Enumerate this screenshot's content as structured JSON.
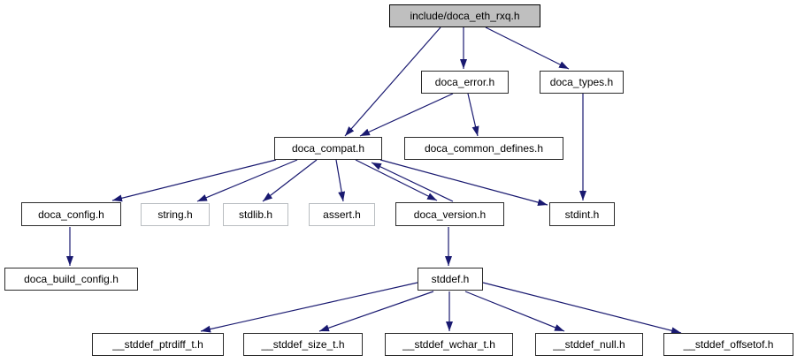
{
  "diagram": {
    "kind": "include-dependency-graph",
    "edge_color": "#191970",
    "current_node_fill": "#bfbfbf",
    "nodes": [
      {
        "id": "doca_eth_rxq",
        "label": "include/doca_eth_rxq.h",
        "kind": "current"
      },
      {
        "id": "doca_error",
        "label": "doca_error.h",
        "kind": "internal"
      },
      {
        "id": "doca_types",
        "label": "doca_types.h",
        "kind": "internal"
      },
      {
        "id": "doca_compat",
        "label": "doca_compat.h",
        "kind": "internal"
      },
      {
        "id": "doca_common_defines",
        "label": "doca_common_defines.h",
        "kind": "internal"
      },
      {
        "id": "doca_config",
        "label": "doca_config.h",
        "kind": "internal"
      },
      {
        "id": "string_h",
        "label": "string.h",
        "kind": "system"
      },
      {
        "id": "stdlib_h",
        "label": "stdlib.h",
        "kind": "system"
      },
      {
        "id": "assert_h",
        "label": "assert.h",
        "kind": "system"
      },
      {
        "id": "doca_version",
        "label": "doca_version.h",
        "kind": "internal"
      },
      {
        "id": "stdint_h",
        "label": "stdint.h",
        "kind": "internal"
      },
      {
        "id": "doca_build_config",
        "label": "doca_build_config.h",
        "kind": "internal"
      },
      {
        "id": "stddef_h",
        "label": "stddef.h",
        "kind": "internal"
      },
      {
        "id": "stddef_ptrdiff",
        "label": "__stddef_ptrdiff_t.h",
        "kind": "internal"
      },
      {
        "id": "stddef_size",
        "label": "__stddef_size_t.h",
        "kind": "internal"
      },
      {
        "id": "stddef_wchar",
        "label": "__stddef_wchar_t.h",
        "kind": "internal"
      },
      {
        "id": "stddef_null",
        "label": "__stddef_null.h",
        "kind": "internal"
      },
      {
        "id": "stddef_offsetof",
        "label": "__stddef_offsetof.h",
        "kind": "internal"
      }
    ],
    "edges": [
      {
        "from": "doca_eth_rxq",
        "to": "doca_error"
      },
      {
        "from": "doca_eth_rxq",
        "to": "doca_types"
      },
      {
        "from": "doca_eth_rxq",
        "to": "doca_compat"
      },
      {
        "from": "doca_error",
        "to": "doca_compat"
      },
      {
        "from": "doca_error",
        "to": "doca_common_defines"
      },
      {
        "from": "doca_types",
        "to": "stdint_h"
      },
      {
        "from": "doca_compat",
        "to": "doca_config"
      },
      {
        "from": "doca_compat",
        "to": "string_h"
      },
      {
        "from": "doca_compat",
        "to": "stdlib_h"
      },
      {
        "from": "doca_compat",
        "to": "assert_h"
      },
      {
        "from": "doca_compat",
        "to": "doca_version"
      },
      {
        "from": "doca_compat",
        "to": "stdint_h"
      },
      {
        "from": "doca_version",
        "to": "doca_compat"
      },
      {
        "from": "doca_config",
        "to": "doca_build_config"
      },
      {
        "from": "doca_version",
        "to": "stddef_h"
      },
      {
        "from": "stddef_h",
        "to": "stddef_ptrdiff"
      },
      {
        "from": "stddef_h",
        "to": "stddef_size"
      },
      {
        "from": "stddef_h",
        "to": "stddef_wchar"
      },
      {
        "from": "stddef_h",
        "to": "stddef_null"
      },
      {
        "from": "stddef_h",
        "to": "stddef_offsetof"
      }
    ]
  }
}
